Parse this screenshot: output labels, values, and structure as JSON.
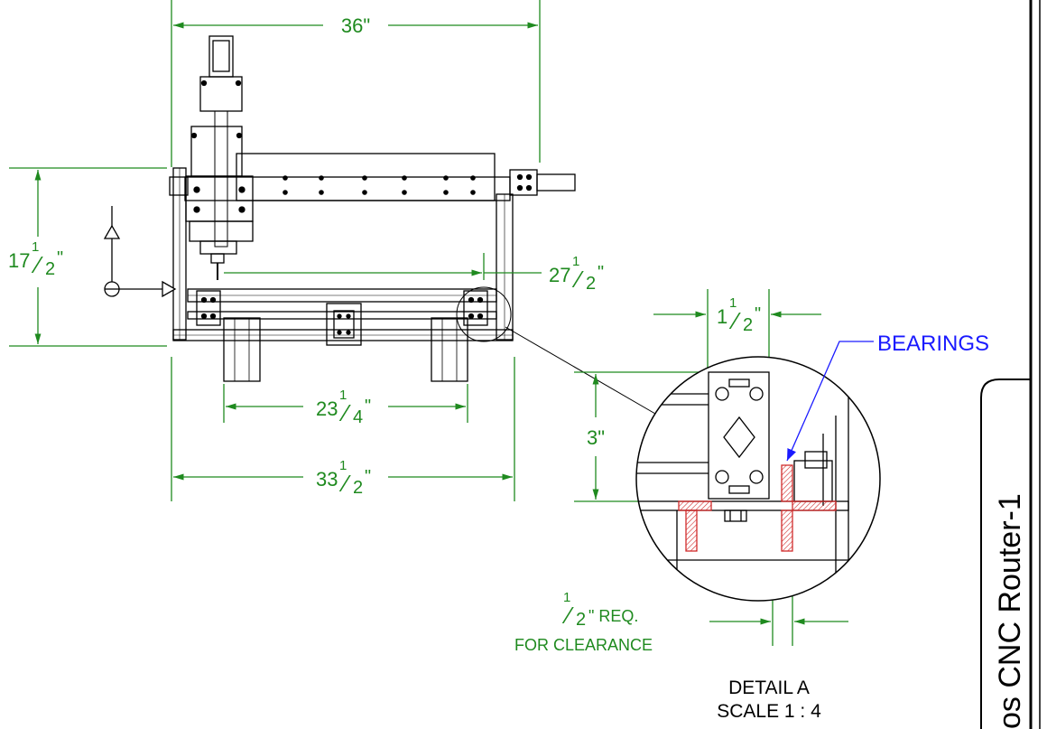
{
  "dimensions": {
    "width_top": "36\"",
    "height_left_whole": "17",
    "height_left_frac_num": "1",
    "height_left_frac_den": "2",
    "height_left_unit": "\"",
    "travel_whole": "27",
    "travel_frac_num": "1",
    "travel_frac_den": "2",
    "travel_unit": "\"",
    "inner_whole": "23",
    "inner_frac_num": "1",
    "inner_frac_den": "4",
    "inner_unit": "\"",
    "base_whole": "33",
    "base_frac_num": "1",
    "base_frac_den": "2",
    "base_unit": "\"",
    "detail_width_whole": "1",
    "detail_width_frac_num": "1",
    "detail_width_frac_den": "2",
    "detail_width_unit": "\"",
    "detail_height": "3\"",
    "clearance_frac_num": "1",
    "clearance_frac_den": "2",
    "clearance_rest": "\" REQ.",
    "clearance_line2": "FOR CLEARANCE"
  },
  "labels": {
    "bearings": "BEARINGS",
    "detail_title": "DETAIL A",
    "detail_scale": "SCALE 1 : 4",
    "title_block": "os CNC Router-1"
  },
  "colors": {
    "dimension": "#1f8a1f",
    "leader": "#1a1aff",
    "hatch": "#d12b2b",
    "linework": "#000000"
  }
}
